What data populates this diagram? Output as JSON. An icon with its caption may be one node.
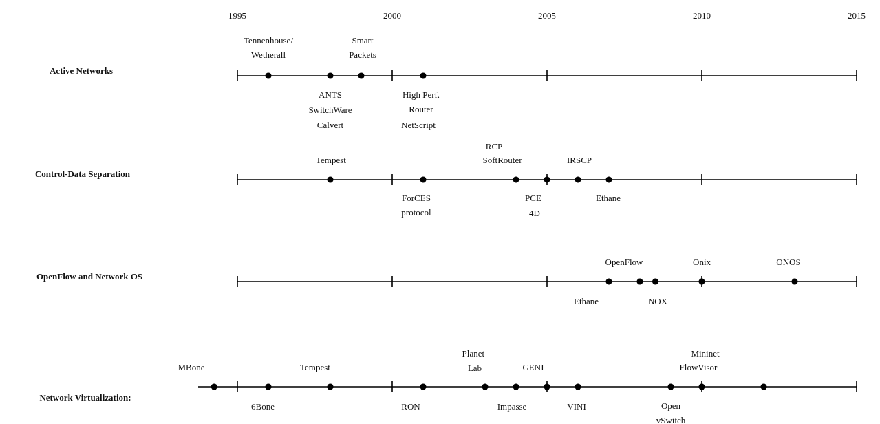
{
  "diagram": {
    "labels": [
      "1995",
      "2000",
      "2005",
      "2010",
      "2015",
      "Active Networks",
      "Tennenhouse/ Wetherall",
      "Smart Packets",
      "ANTS",
      "SwitchWare",
      "Calvert",
      "High Perf. Router",
      "NetScript",
      "Control-Data Separation",
      "RCP",
      "Tempest",
      "SoftRouter",
      "IRSCP",
      "ForCES protocol",
      "PCE",
      "Ethane",
      "4D",
      "OpenFlow and Network OS",
      "OpenFlow",
      "Onix",
      "ONOS",
      "Ethane",
      "NOX",
      "Network Virtualization:",
      "Planet- Lab",
      "Mininet",
      "MBone",
      "Tempest",
      "GENI",
      "FlowVisor",
      "6Bone",
      "RON",
      "Impasse",
      "VINI",
      "Open vSwitch"
    ]
  }
}
